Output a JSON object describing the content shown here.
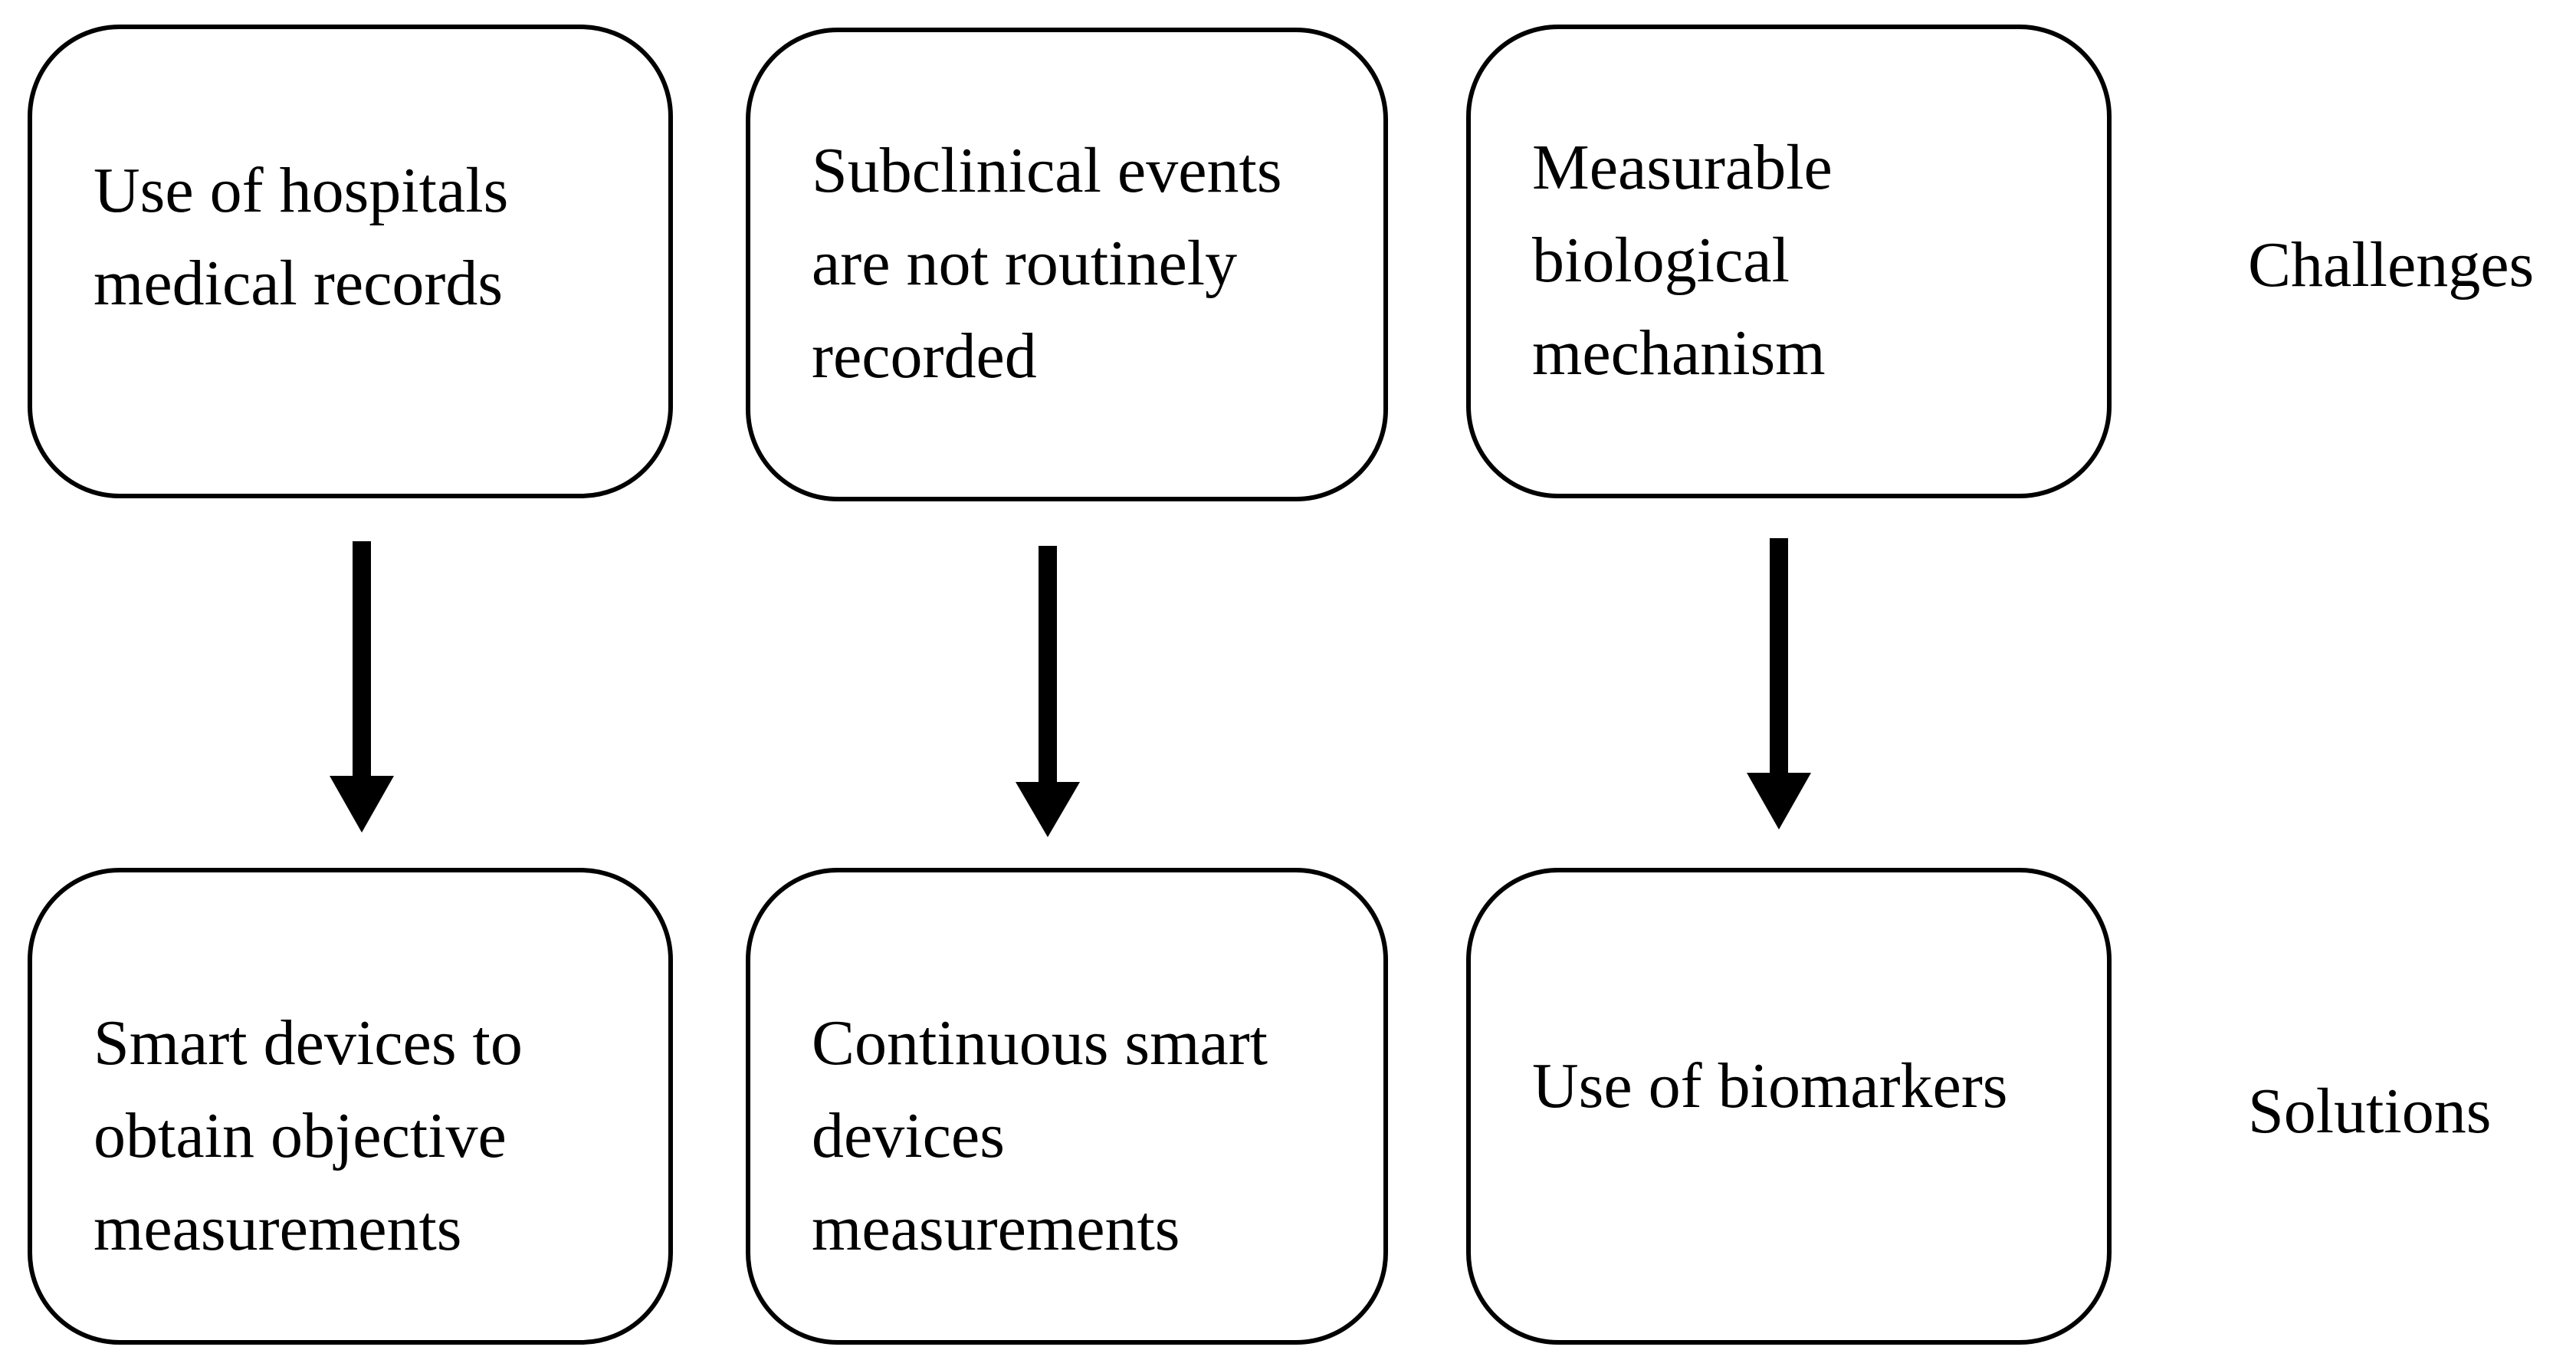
{
  "challenges": [
    {
      "lines": [
        "Use of hospitals",
        "medical records"
      ]
    },
    {
      "lines": [
        "Subclinical events",
        "are not routinely",
        "recorded"
      ]
    },
    {
      "lines": [
        "Measurable",
        "biological",
        "mechanism"
      ]
    }
  ],
  "solutions": [
    {
      "lines": [
        "Smart devices to",
        "obtain objective",
        "measurements"
      ]
    },
    {
      "lines": [
        "Continuous smart",
        "devices",
        "measurements"
      ]
    },
    {
      "lines": [
        "Use of biomarkers"
      ]
    }
  ],
  "row_labels": {
    "challenges": "Challenges",
    "solutions": "Solutions"
  }
}
